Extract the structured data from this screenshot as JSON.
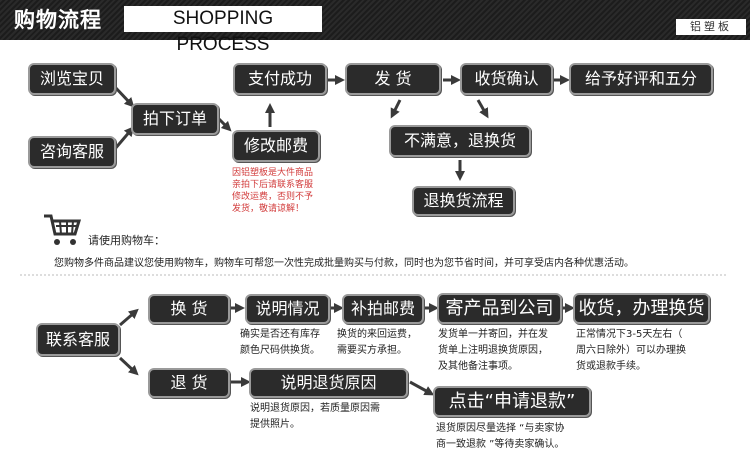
{
  "header": {
    "title_zh": "购物流程",
    "title_en": "SHOPPING PROCESS",
    "brand": "铝塑板"
  },
  "flow": {
    "browse": "浏览宝贝",
    "consult": "咨询客服",
    "order": "拍下订单",
    "pay": "支付成功",
    "ship": "发 货",
    "confirm": "收货确认",
    "review": "给予好评和五分",
    "modify_postage": "修改邮费",
    "unsatisfied": "不满意，退换货",
    "return_flow": "退换货流程",
    "postage_note": [
      "因铝塑板是大件商品",
      "亲拍下后请联系客服",
      "修改运费，否则不予",
      "发货，敬请谅解！"
    ]
  },
  "cart": {
    "icon": "shopping-cart-icon",
    "label": "请使用购物车：",
    "tip": "您购物多件商品建议您使用购物车，购物车可帮您一次性完成批量购买与付款，同时也为您节省时间，并可享受店内各种优惠活动。"
  },
  "service": {
    "contact": "联系客服",
    "exchange": "换 货",
    "explain": "说明情况",
    "repost": "补拍邮费",
    "send_back": "寄产品到公司",
    "receive": "收货，办理换货",
    "refund": "退 货",
    "explain_reason": "说明退货原因",
    "apply_refund": "点击“申请退款”",
    "explain_note": [
      "确实是否还有库存",
      "颜色尺码供换货。"
    ],
    "repost_note": [
      "换货的来回运费，",
      "需要买方承担。"
    ],
    "send_back_note": [
      "发货单一并寄回，并在发",
      "货单上注明退换货原因，",
      "及其他备注事项。"
    ],
    "receive_note": [
      "正常情况下3-5天左右（",
      "周六日除外）可以办理换",
      "货或退款手续。"
    ],
    "reason_note": [
      "说明退货原因，若质量原因需",
      "提供照片。"
    ],
    "refund_note": [
      "退货原因尽量选择 “与卖家协",
      "商一致退款 ”等待卖家确认。"
    ]
  }
}
